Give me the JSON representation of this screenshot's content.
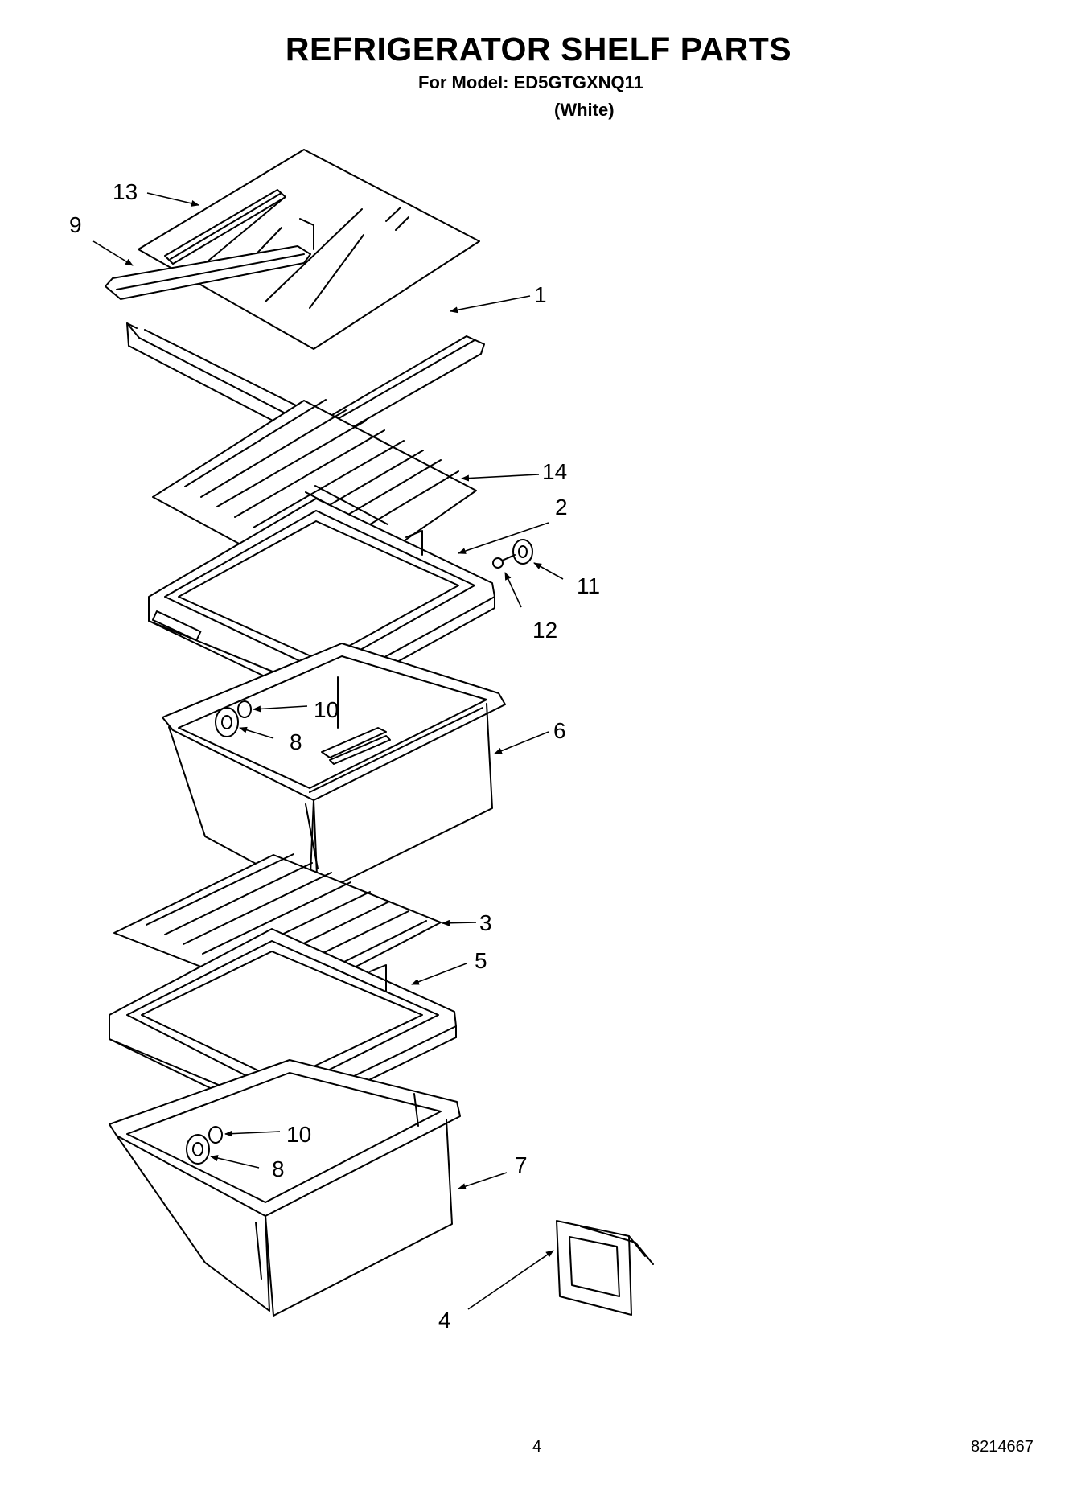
{
  "header": {
    "title": "REFRIGERATOR SHELF PARTS",
    "model_line": "For Model: ED5GTGXNQ11",
    "color_line": "(White)"
  },
  "callouts": {
    "c1": "1",
    "c2": "2",
    "c3": "3",
    "c4": "4",
    "c5": "5",
    "c6": "6",
    "c7": "7",
    "c8a": "8",
    "c8b": "8",
    "c9": "9",
    "c10a": "10",
    "c10b": "10",
    "c11": "11",
    "c12": "12",
    "c13": "13",
    "c14": "14"
  },
  "footer": {
    "page_number": "4",
    "doc_number": "8214667"
  }
}
